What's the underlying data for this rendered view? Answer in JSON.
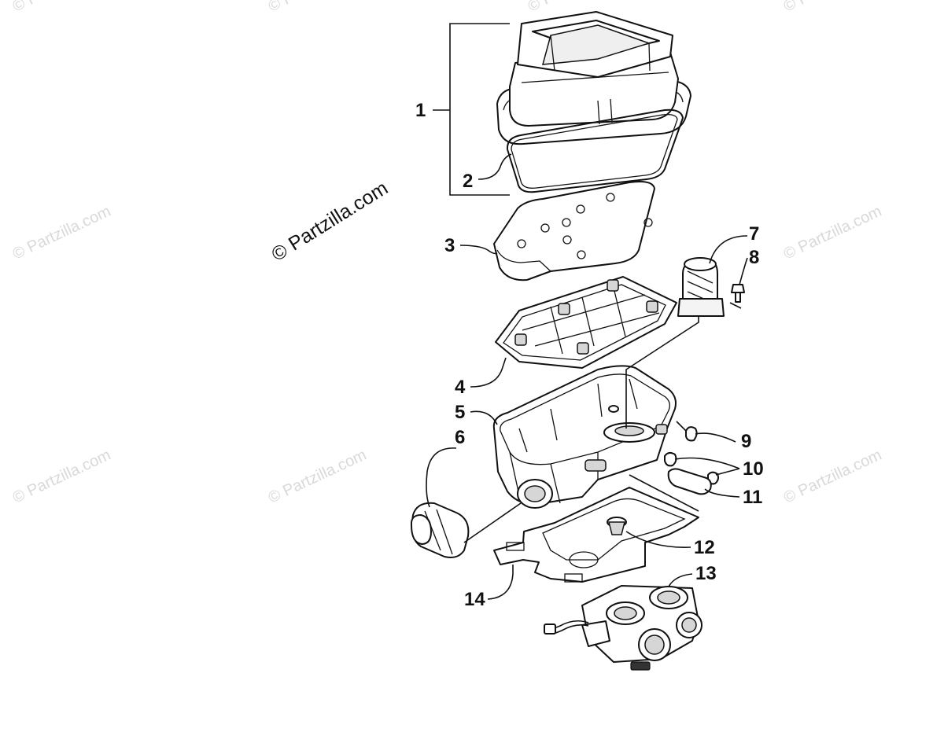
{
  "watermarks": {
    "main": "© Partzilla.com",
    "tile": "© Partzilla.com"
  },
  "callouts": [
    {
      "id": "1",
      "label": "1"
    },
    {
      "id": "2",
      "label": "2"
    },
    {
      "id": "3",
      "label": "3"
    },
    {
      "id": "4",
      "label": "4"
    },
    {
      "id": "5",
      "label": "5"
    },
    {
      "id": "6",
      "label": "6"
    },
    {
      "id": "7",
      "label": "7"
    },
    {
      "id": "8",
      "label": "8"
    },
    {
      "id": "9",
      "label": "9"
    },
    {
      "id": "10",
      "label": "10"
    },
    {
      "id": "11",
      "label": "11"
    },
    {
      "id": "12",
      "label": "12"
    },
    {
      "id": "13",
      "label": "13"
    },
    {
      "id": "14",
      "label": "14"
    }
  ],
  "colors": {
    "ink": "#111111",
    "watermark": "#d9d9d9",
    "background": "#ffffff"
  }
}
